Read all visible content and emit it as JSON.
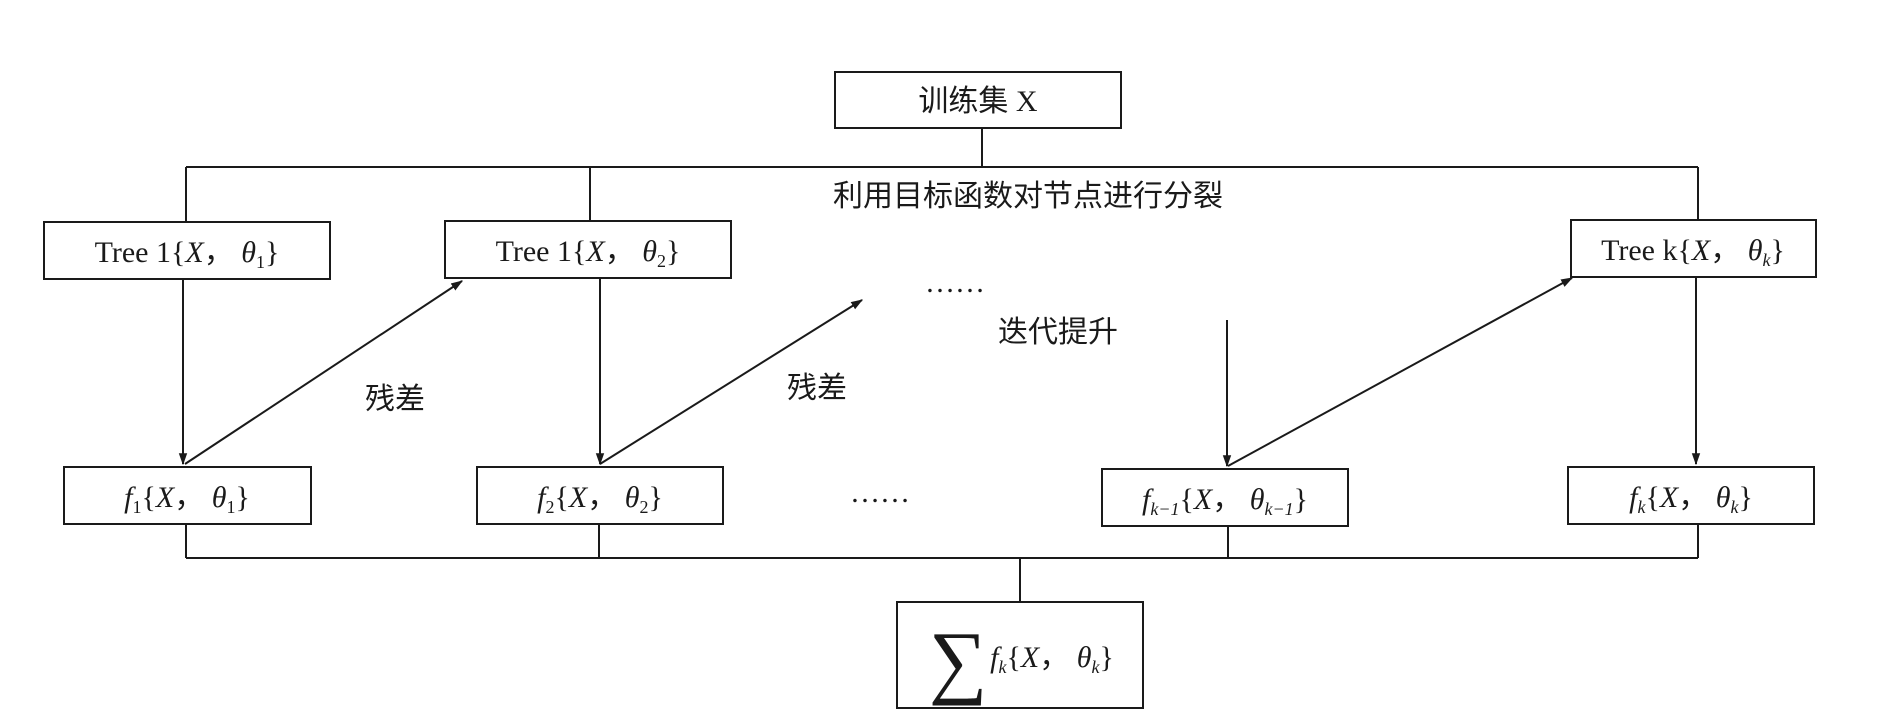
{
  "top_box": "训练集 X",
  "split_label": "利用目标函数对节点进行分裂",
  "iter_label": "迭代提升",
  "residual_label_1": "残差",
  "residual_label_2": "残差",
  "dots_top": "……",
  "dots_bottom": "……",
  "trees": [
    {
      "name": "Tree 1",
      "x": "X",
      "theta": "θ",
      "sub": "1"
    },
    {
      "name": "Tree 1",
      "x": "X",
      "theta": "θ",
      "sub": "2"
    },
    {
      "name": "Tree k",
      "x": "X",
      "theta": "θ",
      "sub": "k"
    }
  ],
  "funcs": [
    {
      "f": "f",
      "fsub": "1",
      "x": "X",
      "theta": "θ",
      "tsub": "1"
    },
    {
      "f": "f",
      "fsub": "2",
      "x": "X",
      "theta": "θ",
      "tsub": "2"
    },
    {
      "f": "f",
      "fsub": "k−1",
      "x": "X",
      "theta": "θ",
      "tsub": "k−1"
    },
    {
      "f": "f",
      "fsub": "k",
      "x": "X",
      "theta": "θ",
      "tsub": "k"
    }
  ],
  "sum_box": {
    "symbol": "∑",
    "f": "f",
    "fsub": "k",
    "x": "X",
    "theta": "θ",
    "tsub": "k"
  }
}
